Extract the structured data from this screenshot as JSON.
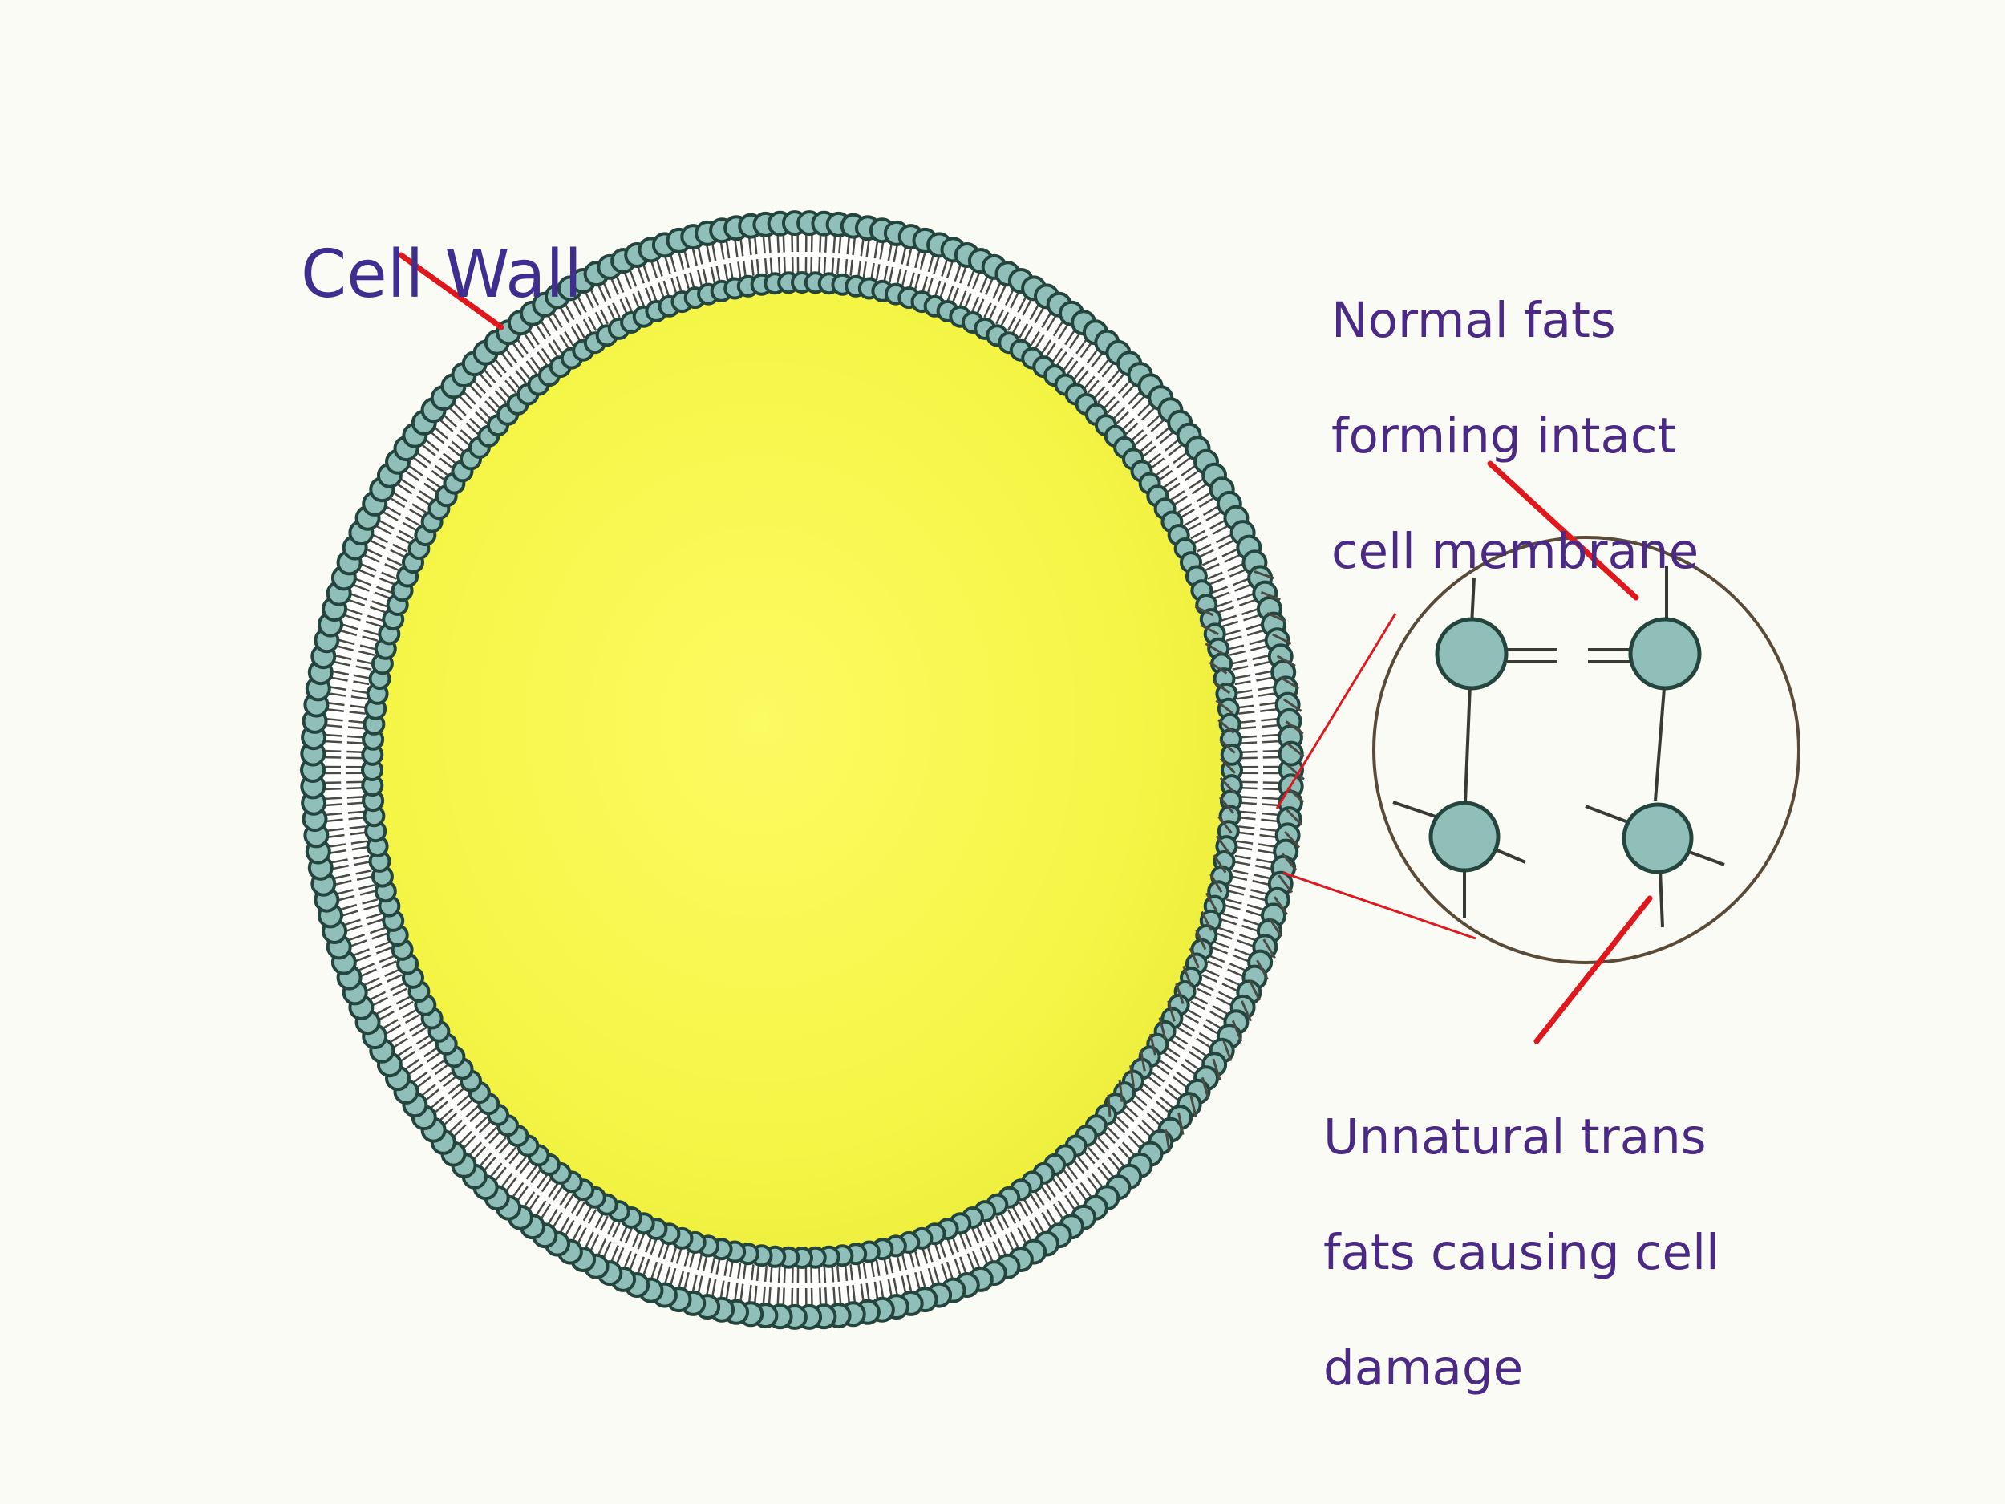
{
  "labels": {
    "cell_wall": "Cell Wall",
    "normal_fats": [
      "Normal fats",
      "forming intact",
      "cell membrane"
    ],
    "trans_fats": [
      "Unnatural trans",
      "fats causing cell",
      "damage"
    ]
  },
  "colors": {
    "background": "#fbfbf6",
    "cytoplasm": "#f7f74a",
    "phospholipid_head": "#8fbfb8",
    "head_outline": "#24453d",
    "tail": "#4a4a44",
    "leader_line": "#e0181d",
    "text": "#4b2a86"
  }
}
